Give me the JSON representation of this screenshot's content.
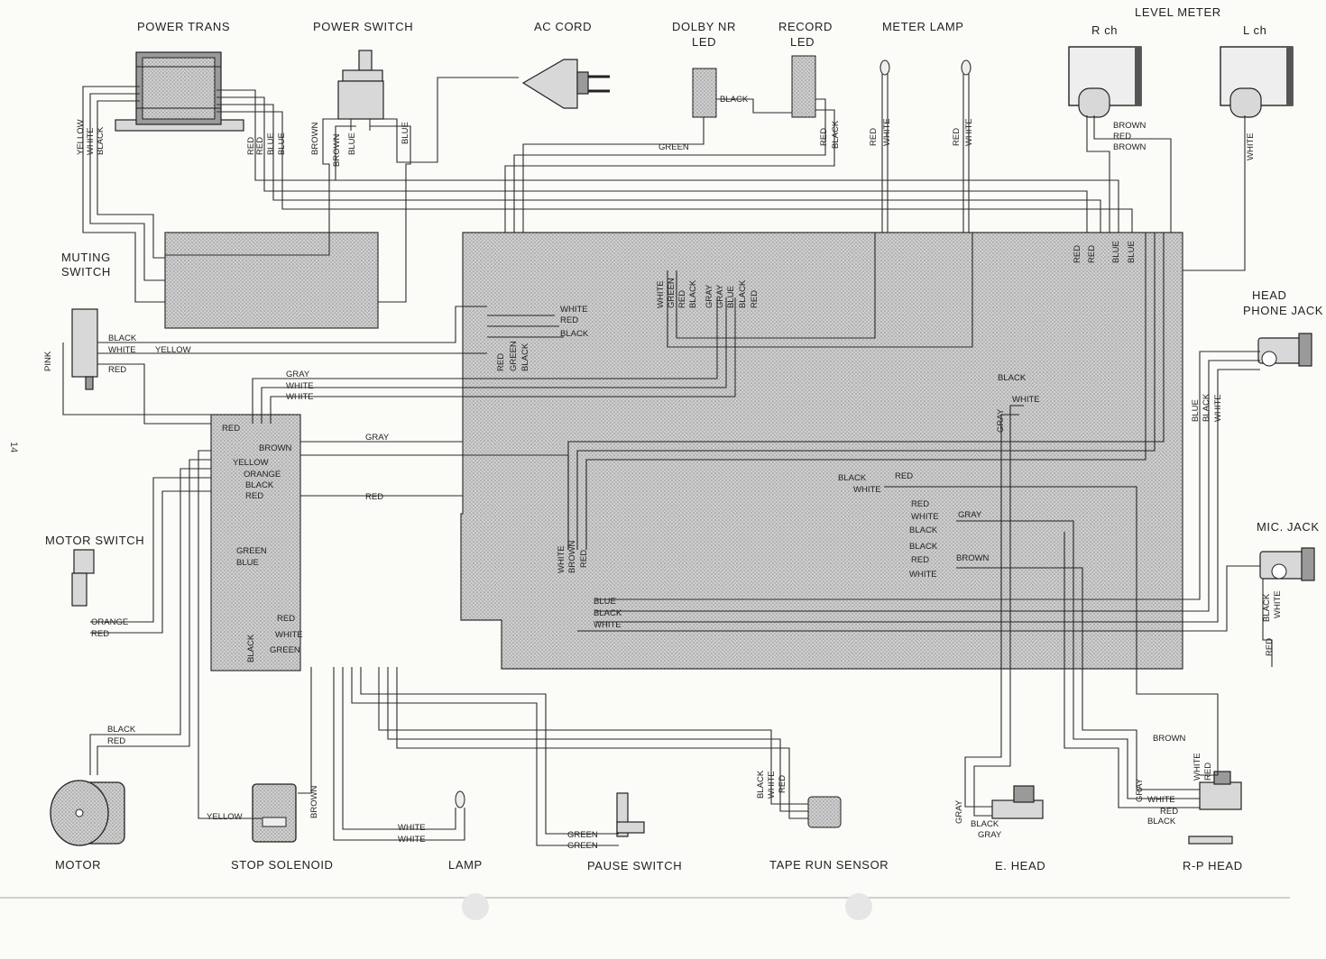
{
  "page_number": "14",
  "components": {
    "power_trans": "POWER TRANS",
    "power_switch": "POWER SWITCH",
    "ac_cord": "AC CORD",
    "dolby_nr_led_1": "DOLBY NR",
    "dolby_nr_led_2": "LED",
    "record_led_1": "RECORD",
    "record_led_2": "LED",
    "meter_lamp": "METER LAMP",
    "level_meter": "LEVEL METER",
    "rch": "R ch",
    "lch": "L ch",
    "muting_switch_1": "MUTING",
    "muting_switch_2": "SWITCH",
    "head_phone_jack_1": "HEAD",
    "head_phone_jack_2": "PHONE JACK",
    "motor_switch": "MOTOR SWITCH",
    "mic_jack": "MIC. JACK",
    "motor": "MOTOR",
    "stop_solenoid": "STOP SOLENOID",
    "lamp": "LAMP",
    "pause_switch": "PAUSE SWITCH",
    "tape_run_sensor": "TAPE RUN SENSOR",
    "e_head": "E. HEAD",
    "rp_head": "R-P HEAD"
  },
  "wires": {
    "pt_yellow": "YELLOW",
    "pt_white": "WHITE",
    "pt_black": "BLACK",
    "pt_red1": "RED",
    "pt_red2": "RED",
    "pt_blue1": "BLUE",
    "pt_blue2": "BLUE",
    "ps_brown1": "BROWN",
    "ps_brown2": "BROWN",
    "ps_blue1": "BLUE",
    "ps_blue2": "BLUE",
    "dolby_black": "BLACK",
    "dolby_green": "GREEN",
    "rec_red": "RED",
    "rec_black": "BLACK",
    "ml_red1": "RED",
    "ml_white1": "WHITE",
    "ml_red2": "RED",
    "ml_white2": "WHITE",
    "lm_brown1": "BROWN",
    "lm_red": "RED",
    "lm_brown2": "BROWN",
    "lm_white": "WHITE",
    "mb_red1": "RED",
    "mb_red2": "RED",
    "mb_blue": "BLUE",
    "mb_blue2": "BLUE",
    "mu_black": "BLACK",
    "mu_white": "WHITE",
    "mu_yellow": "YELLOW",
    "mu_red": "RED",
    "mu_pink": "PINK",
    "c1_white": "WHITE",
    "c1_red": "RED",
    "c1_black": "BLACK",
    "c2_red": "RED",
    "c2_green": "GREEN",
    "c2_black": "BLACK",
    "c3_white": "WHITE",
    "c3_green": "GREEN",
    "c3_red": "RED",
    "c3_black": "BLACK",
    "c4_gray1": "GRAY",
    "c4_gray2": "GRAY",
    "c4_blue": "BLUE",
    "c4_black": "BLACK",
    "c4_red": "RED",
    "s_gray": "GRAY",
    "s_white1": "WHITE",
    "s_white2": "WHITE",
    "s_red": "RED",
    "s_brown": "BROWN",
    "s_gray2": "GRAY",
    "s_yellow": "YELLOW",
    "s_orange": "ORANGE",
    "s_black": "BLACK",
    "s_red2": "RED",
    "s_red3": "RED",
    "s_green": "GREEN",
    "s_blue": "BLUE",
    "s_red4": "RED",
    "s_white3": "WHITE",
    "s_green2": "GREEN",
    "s_black2": "BLACK",
    "eh_black": "BLACK",
    "eh_white": "WHITE",
    "eh_gray": "GRAY",
    "b_black": "BLACK",
    "b_red": "RED",
    "b_white": "WHITE",
    "rp_red": "RED",
    "rp_white": "WHITE",
    "rp_gray": "GRAY",
    "rp_black": "BLACK",
    "rp_red2": "RED",
    "rp_white2": "WHITE",
    "rp_brown": "BROWN",
    "m_white": "WHITE",
    "m_brown": "BROWN",
    "m_red": "RED",
    "bot_blue": "BLUE",
    "bot_black": "BLACK",
    "bot_white": "WHITE",
    "hp_blue": "BLUE",
    "hp_black": "BLACK",
    "hp_white": "WHITE",
    "mic_black": "BLACK",
    "mic_white": "WHITE",
    "mic_red": "RED",
    "msw_orange": "ORANGE",
    "msw_red": "RED",
    "mot_black": "BLACK",
    "mot_red": "RED",
    "sol_yellow": "YELLOW",
    "sol_brown": "BROWN",
    "lamp_white1": "WHITE",
    "lamp_white2": "WHITE",
    "pause_green1": "GREEN",
    "pause_green2": "GREEN",
    "trs_black": "BLACK",
    "trs_white": "WHITE",
    "trs_red": "RED",
    "eh2_gray": "GRAY",
    "eh2_black": "BLACK",
    "eh2_gray2": "GRAY",
    "rp2_brown": "BROWN",
    "rp2_gray": "GRAY",
    "rp2_white": "WHITE",
    "rp2_red": "RED",
    "rp2_black": "BLACK",
    "rp2_white2": "WHITE",
    "rp2_red2": "RED"
  },
  "colors": {
    "board": "#c9c9c9",
    "line": "#2a2a2a",
    "paper": "#fbfbf8"
  }
}
